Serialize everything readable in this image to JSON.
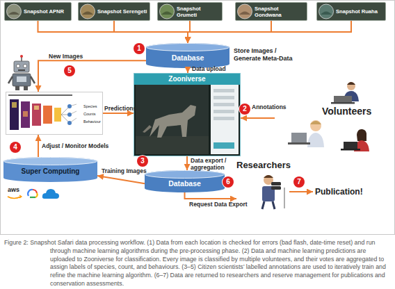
{
  "diagram": {
    "caption": "Figure 2: Snapshot Safari data processing workflow. (1) Data from each location is checked for errors (bad flash, date-time reset) and run through machine learning algorithms during the pre-processing phase. (2) Data and machine learning predictions are uploaded to Zooniverse for classification. Every image is classified by multiple volunteers, and their votes are aggregated to assign labels of species, count, and behaviours. (3–5) Citizen scientists’ labelled annotations are used to iteratively train and refine the machine learning algorithm. (6–7) Data are returned to researchers and reserve management for publications and conservation assessments.",
    "nodes": [
      {
        "text": [
          "Snapshot APNR"
        ]
      },
      {
        "text": [
          "Snapshot Serengeti"
        ]
      },
      {
        "text": [
          "Snapshot Grumeti"
        ]
      },
      {
        "text": [
          "Snapshot Gondwana"
        ]
      },
      {
        "text": [
          "Snapshot Ruaha"
        ]
      },
      {
        "text": [
          "Database"
        ]
      },
      {
        "text": [
          "Zooniverse"
        ]
      },
      {
        "text": [
          "Species",
          "Counts",
          "Behaviour"
        ]
      },
      {
        "text": [
          "Volunteers"
        ]
      },
      {
        "text": [
          "Database"
        ]
      },
      {
        "text": [
          "Super Computing"
        ]
      },
      {
        "text": [
          "Researchers"
        ]
      }
    ],
    "edges": [
      {
        "from": 0,
        "to": 5,
        "arrow": "to"
      },
      {
        "from": 1,
        "to": 5,
        "arrow": "to"
      },
      {
        "from": 2,
        "to": 5,
        "arrow": "to"
      },
      {
        "from": 3,
        "to": 5,
        "arrow": "to"
      },
      {
        "from": 4,
        "to": 5,
        "arrow": "to"
      },
      {
        "from": 5,
        "to": 6,
        "label": "Data upload",
        "arrow": "to"
      },
      {
        "from": 5,
        "to": 7,
        "label": "New Images",
        "arrow": "to"
      },
      {
        "from": 7,
        "to": 6,
        "label": "Predictions",
        "arrow": "to"
      },
      {
        "from": 8,
        "to": 6,
        "label": "Annotations",
        "arrow": "to"
      },
      {
        "from": 6,
        "to": 9,
        "label": "Data export / aggregation",
        "arrow": "to"
      },
      {
        "from": 9,
        "to": 10,
        "label": "Training Images",
        "arrow": "to"
      },
      {
        "from": 10,
        "to": 7,
        "label": "Adjust / Monitor Models",
        "arrow": "to"
      },
      {
        "from": 9,
        "to": 11,
        "label": "Request Data Export",
        "arrow": "to"
      }
    ],
    "labels": [
      "1",
      "Store Images / Generate Meta-Data",
      "5",
      "2",
      "4",
      "3",
      "6",
      "7",
      "Publication!",
      "aws"
    ]
  }
}
